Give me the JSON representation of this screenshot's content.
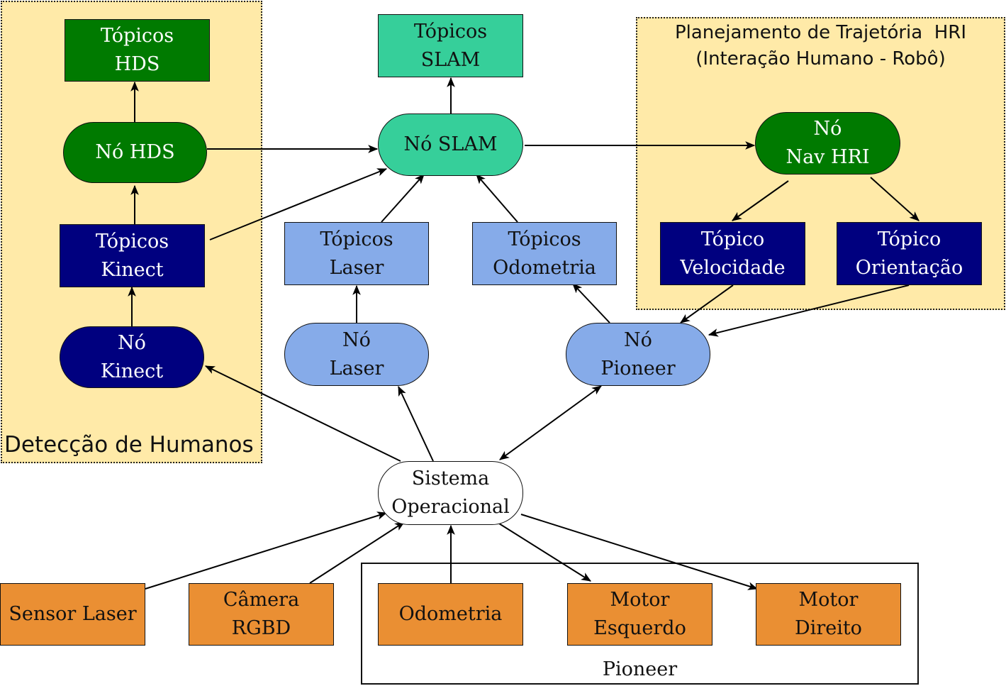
{
  "regions": {
    "human_detection": {
      "title": "Detecção de Humanos",
      "color": "#ffeaa8"
    },
    "hri_planning": {
      "title_line1": "Planejamento de Trajetória  HRI",
      "title_line2": "(Interação Humano - Robô)",
      "color": "#ffeaa8"
    },
    "pioneer": {
      "title": "Pioneer"
    }
  },
  "nodes": {
    "hds_topics": {
      "line1": "Tópicos",
      "line2": "HDS",
      "color": "#007a00"
    },
    "hds_node": {
      "line1": "Nó HDS",
      "color": "#007a00"
    },
    "kinect_topics": {
      "line1": "Tópicos",
      "line2": "Kinect",
      "color": "#00007f"
    },
    "kinect_node": {
      "line1": "Nó",
      "line2": "Kinect",
      "color": "#00007f"
    },
    "slam_topics": {
      "line1": "Tópicos",
      "line2": "SLAM",
      "color": "#36cf9a"
    },
    "slam_node": {
      "line1": "Nó SLAM",
      "color": "#36cf9a"
    },
    "laser_topics": {
      "line1": "Tópicos",
      "line2": "Laser",
      "color": "#86abe9"
    },
    "odometry_topics": {
      "line1": "Tópicos",
      "line2": "Odometria",
      "color": "#86abe9"
    },
    "laser_node": {
      "line1": "Nó",
      "line2": "Laser",
      "color": "#86abe9"
    },
    "pioneer_node": {
      "line1": "Nó",
      "line2": "Pioneer",
      "color": "#86abe9"
    },
    "nav_hri_node": {
      "line1": "Nó",
      "line2": "Nav HRI",
      "color": "#007a00"
    },
    "velocity_topic": {
      "line1": "Tópico",
      "line2": "Velocidade",
      "color": "#00007f"
    },
    "orientation_topic": {
      "line1": "Tópico",
      "line2": "Orientação",
      "color": "#00007f"
    },
    "operating_system": {
      "line1": "Sistema",
      "line2": "Operacional",
      "color": "#ffffff"
    },
    "laser_sensor": {
      "line1": "Sensor Laser",
      "color": "#ea8f33"
    },
    "rgbd_camera": {
      "line1": "Câmera",
      "line2": "RGBD",
      "color": "#ea8f33"
    },
    "odometry_hw": {
      "line1": "Odometria",
      "color": "#ea8f33"
    },
    "left_motor": {
      "line1": "Motor",
      "line2": "Esquerdo",
      "color": "#ea8f33"
    },
    "right_motor": {
      "line1": "Motor",
      "line2": "Direito",
      "color": "#ea8f33"
    }
  },
  "edges": [
    {
      "from": "hds_node",
      "to": "hds_topics"
    },
    {
      "from": "kinect_topics",
      "to": "hds_node"
    },
    {
      "from": "kinect_node",
      "to": "kinect_topics"
    },
    {
      "from": "hds_node",
      "to": "slam_node"
    },
    {
      "from": "kinect_topics",
      "to": "slam_node"
    },
    {
      "from": "slam_node",
      "to": "slam_topics"
    },
    {
      "from": "laser_topics",
      "to": "slam_node"
    },
    {
      "from": "odometry_topics",
      "to": "slam_node"
    },
    {
      "from": "slam_node",
      "to": "nav_hri_node"
    },
    {
      "from": "nav_hri_node",
      "to": "velocity_topic"
    },
    {
      "from": "nav_hri_node",
      "to": "orientation_topic"
    },
    {
      "from": "velocity_topic",
      "to": "pioneer_node"
    },
    {
      "from": "orientation_topic",
      "to": "pioneer_node"
    },
    {
      "from": "laser_node",
      "to": "laser_topics"
    },
    {
      "from": "pioneer_node",
      "to": "odometry_topics"
    },
    {
      "from": "operating_system",
      "to": "kinect_node"
    },
    {
      "from": "operating_system",
      "to": "laser_node"
    },
    {
      "from": "operating_system",
      "to": "pioneer_node",
      "bidirectional": true
    },
    {
      "from": "laser_sensor",
      "to": "operating_system"
    },
    {
      "from": "rgbd_camera",
      "to": "operating_system"
    },
    {
      "from": "odometry_hw",
      "to": "operating_system"
    },
    {
      "from": "operating_system",
      "to": "left_motor"
    },
    {
      "from": "operating_system",
      "to": "right_motor"
    }
  ]
}
